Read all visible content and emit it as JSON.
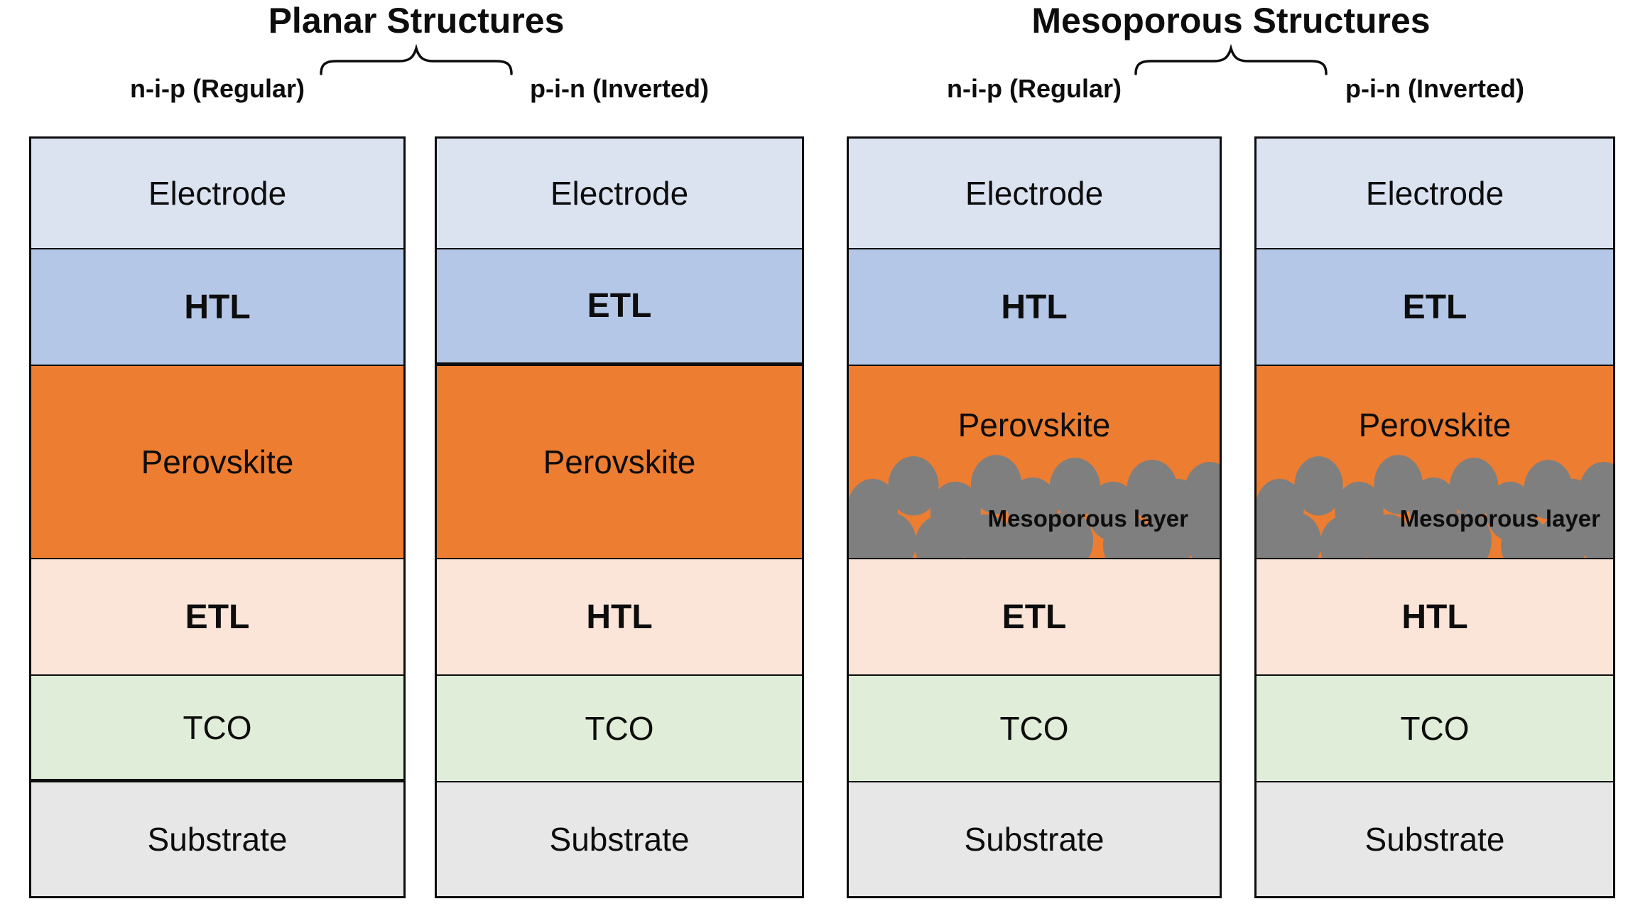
{
  "colors": {
    "background": "#ffffff",
    "outline": "#0d0d0d",
    "text": "#0d0d0d",
    "particle": "#7f7f7f",
    "electrode": "#dbe3f1",
    "transport_blue": "#b4c7e7",
    "perovskite_orange": "#ed7d31",
    "transport_peach": "#fbe5d8",
    "tco_green": "#e0edd8",
    "substrate_gray": "#e8e7e7"
  },
  "groups": [
    {
      "title": "Planar Structures",
      "columns": [
        {
          "label": "n-i-p (Regular)",
          "mesoporous": false,
          "layers": [
            {
              "name": "Electrode",
              "color": "#dbe3f1",
              "bold": false
            },
            {
              "name": "HTL",
              "color": "#b4c7e7",
              "bold": true
            },
            {
              "name": "Perovskite",
              "color": "#ed7d31",
              "bold": false
            },
            {
              "name": "ETL",
              "color": "#fbe5d8",
              "bold": true
            },
            {
              "name": "TCO",
              "color": "#e0edd8",
              "bold": false
            },
            {
              "name": "Substrate",
              "color": "#e8e7e7",
              "bold": false
            }
          ]
        },
        {
          "label": "p-i-n (Inverted)",
          "mesoporous": false,
          "layers": [
            {
              "name": "Electrode",
              "color": "#dbe3f1",
              "bold": false
            },
            {
              "name": "ETL",
              "color": "#b4c7e7",
              "bold": true
            },
            {
              "name": "Perovskite",
              "color": "#ed7d31",
              "bold": false
            },
            {
              "name": "HTL",
              "color": "#fbe5d8",
              "bold": true
            },
            {
              "name": "TCO",
              "color": "#e0edd8",
              "bold": false
            },
            {
              "name": "Substrate",
              "color": "#e8e7e7",
              "bold": false
            }
          ]
        }
      ]
    },
    {
      "title": "Mesoporous Structures",
      "columns": [
        {
          "label": "n-i-p (Regular)",
          "mesoporous": true,
          "meso_label": "Mesoporous layer",
          "layers": [
            {
              "name": "Electrode",
              "color": "#dbe3f1",
              "bold": false
            },
            {
              "name": "HTL",
              "color": "#b4c7e7",
              "bold": true
            },
            {
              "name": "Perovskite",
              "color": "#ed7d31",
              "bold": false
            },
            {
              "name": "ETL",
              "color": "#fbe5d8",
              "bold": true
            },
            {
              "name": "TCO",
              "color": "#e0edd8",
              "bold": false
            },
            {
              "name": "Substrate",
              "color": "#e8e7e7",
              "bold": false
            }
          ]
        },
        {
          "label": "p-i-n (Inverted)",
          "mesoporous": true,
          "meso_label": "Mesoporous layer",
          "layers": [
            {
              "name": "Electrode",
              "color": "#dbe3f1",
              "bold": false
            },
            {
              "name": "ETL",
              "color": "#b4c7e7",
              "bold": true
            },
            {
              "name": "Perovskite",
              "color": "#ed7d31",
              "bold": false
            },
            {
              "name": "HTL",
              "color": "#fbe5d8",
              "bold": true
            },
            {
              "name": "TCO",
              "color": "#e0edd8",
              "bold": false
            },
            {
              "name": "Substrate",
              "color": "#e8e7e7",
              "bold": false
            }
          ]
        }
      ]
    }
  ]
}
